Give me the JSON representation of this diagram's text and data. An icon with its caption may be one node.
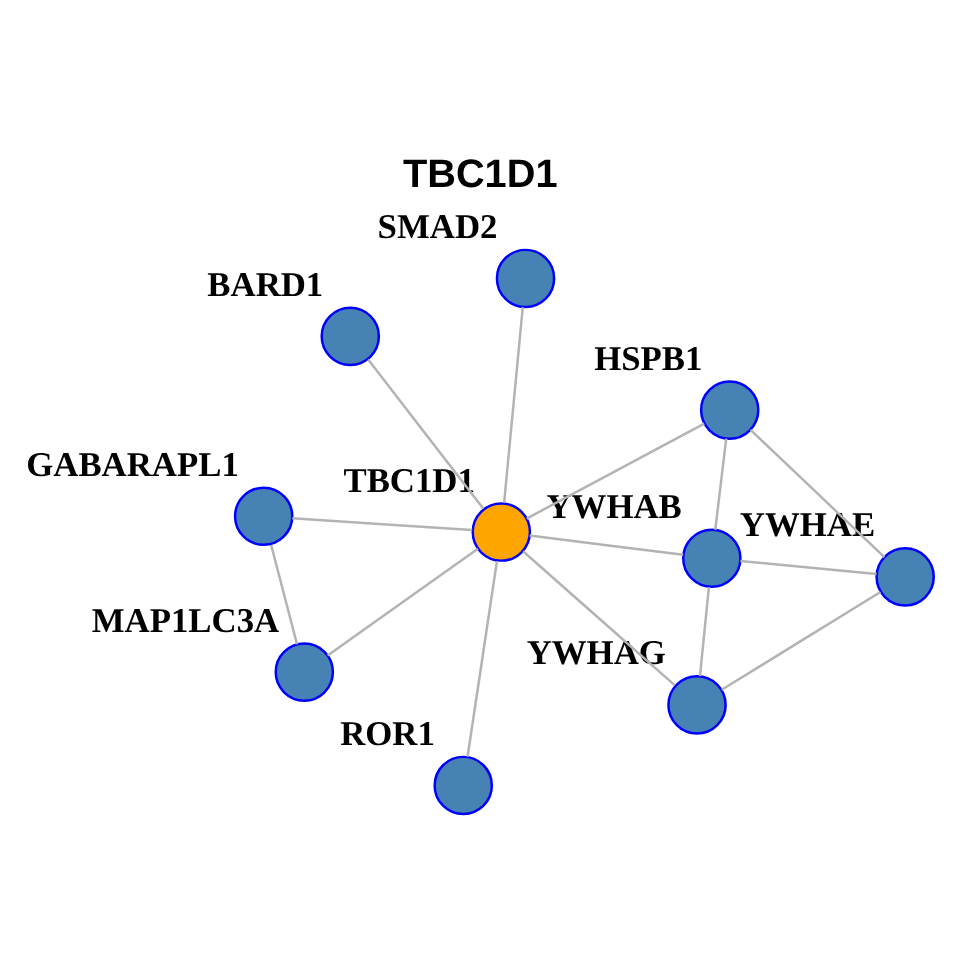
{
  "diagram": {
    "title": "TBC1D1",
    "nodes": [
      {
        "text": [
          "BARD1"
        ]
      },
      {
        "text": [
          "SMAD2"
        ]
      },
      {
        "text": [
          "MAP1LC3A"
        ]
      },
      {
        "text": [
          "HSPB1"
        ]
      },
      {
        "text": [
          "TBC1D1"
        ]
      },
      {
        "text": [
          "GABARAPL1"
        ]
      },
      {
        "text": [
          "YWHAB"
        ]
      },
      {
        "text": [
          "YWHAE"
        ]
      },
      {
        "text": [
          "ROR1"
        ]
      },
      {
        "text": [
          "YWHAG"
        ]
      }
    ],
    "edges": [
      {
        "from": 4,
        "to": 1,
        "arrow": "none"
      },
      {
        "from": 4,
        "to": 0,
        "arrow": "none"
      },
      {
        "from": 4,
        "to": 2,
        "arrow": "none"
      },
      {
        "from": 4,
        "to": 5,
        "arrow": "none"
      },
      {
        "from": 4,
        "to": 3,
        "arrow": "none"
      },
      {
        "from": 4,
        "to": 6,
        "arrow": "none"
      },
      {
        "from": 4,
        "to": 9,
        "arrow": "none"
      },
      {
        "from": 4,
        "to": 8,
        "arrow": "none"
      },
      {
        "from": 2,
        "to": 5,
        "arrow": "none"
      },
      {
        "from": 3,
        "to": 6,
        "arrow": "none"
      },
      {
        "from": 3,
        "to": 7,
        "arrow": "none"
      },
      {
        "from": 6,
        "to": 7,
        "arrow": "none"
      },
      {
        "from": 6,
        "to": 9,
        "arrow": "none"
      },
      {
        "from": 7,
        "to": 9,
        "arrow": "none"
      }
    ]
  }
}
